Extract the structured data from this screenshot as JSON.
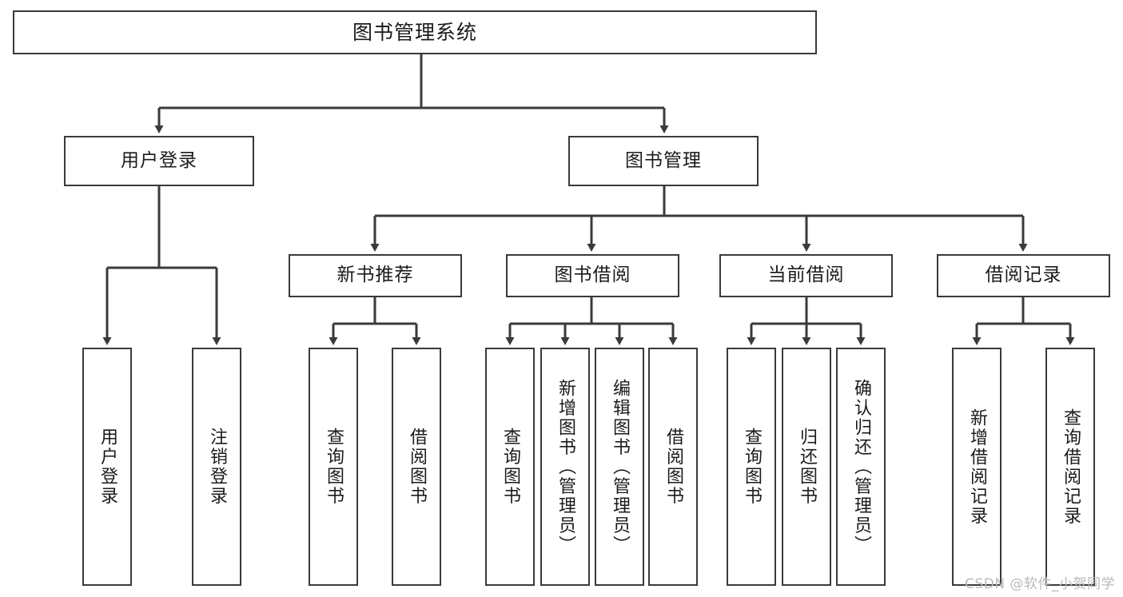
{
  "diagram": {
    "title": "图书管理系统",
    "type": "tree",
    "stroke_color": "#3a3a3a",
    "background_color": "#ffffff",
    "text_color": "#1b1b1b",
    "root": {
      "label": "图书管理系统"
    },
    "level2": [
      {
        "label": "用户登录"
      },
      {
        "label": "图书管理"
      }
    ],
    "level3": [
      {
        "label": "新书推荐"
      },
      {
        "label": "图书借阅"
      },
      {
        "label": "当前借阅"
      },
      {
        "label": "借阅记录"
      }
    ],
    "leaves": {
      "user_login": [
        {
          "label": "用户登录"
        },
        {
          "label": "注销登录"
        }
      ],
      "new_book_recommend": [
        {
          "label": "查询图书"
        },
        {
          "label": "借阅图书"
        }
      ],
      "book_borrow": [
        {
          "label": "查询图书"
        },
        {
          "label": "新增图书（管理员）"
        },
        {
          "label": "编辑图书（管理员）"
        },
        {
          "label": "借阅图书"
        }
      ],
      "current_borrow": [
        {
          "label": "查询图书"
        },
        {
          "label": "归还图书"
        },
        {
          "label": "确认归还（管理员）"
        }
      ],
      "borrow_record": [
        {
          "label": "新增借阅记录"
        },
        {
          "label": "查询借阅记录"
        }
      ]
    }
  },
  "watermark": {
    "text": "CSDN @软件_小贺同学"
  }
}
